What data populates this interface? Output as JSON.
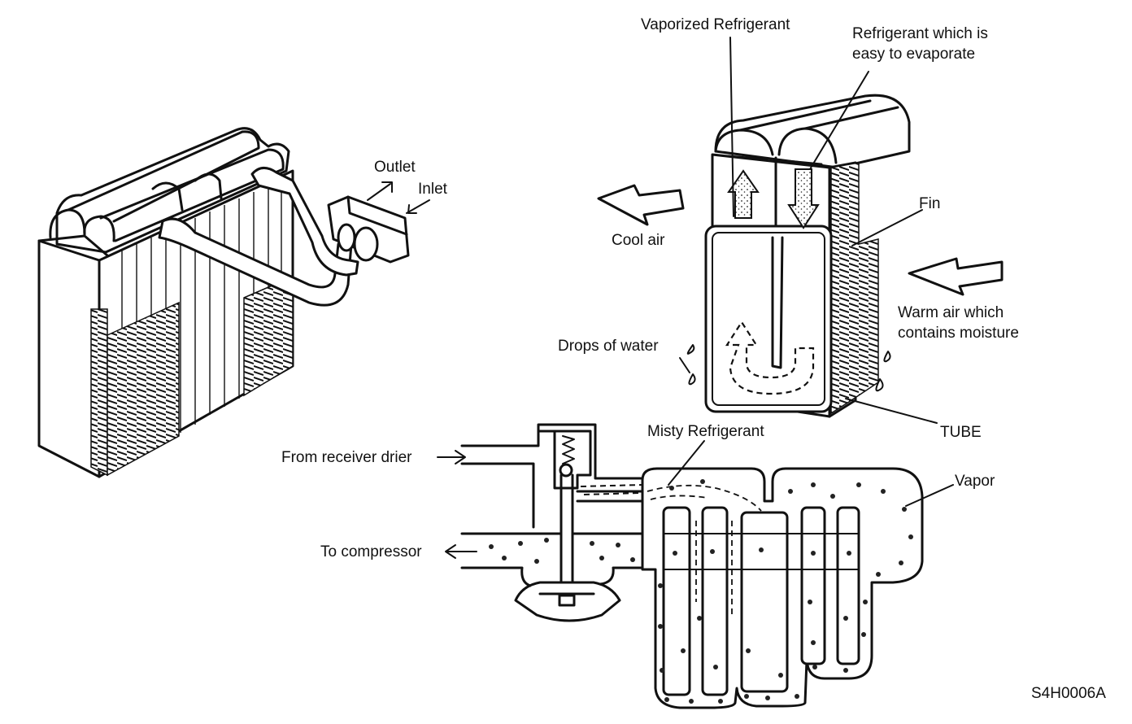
{
  "labels": {
    "outlet": "Outlet",
    "inlet": "Inlet",
    "vaporized_refrigerant": "Vaporized Refrigerant",
    "refrigerant_easy_line1": "Refrigerant which is",
    "refrigerant_easy_line2": "easy to evaporate",
    "fin": "Fin",
    "cool_air": "Cool air",
    "warm_air_line1": "Warm air which",
    "warm_air_line2": "contains moisture",
    "drops_of_water": "Drops of water",
    "tube": "TUBE",
    "misty_refrigerant": "Misty Refrigerant",
    "from_receiver_drier": "From receiver drier",
    "to_compressor": "To compressor",
    "vapor": "Vapor",
    "figure_code": "S4H0006A"
  }
}
